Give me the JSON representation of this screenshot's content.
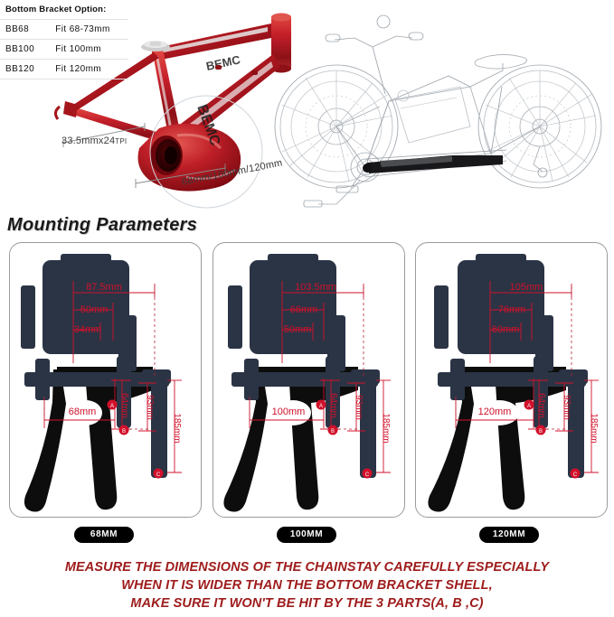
{
  "bracket_options": {
    "header": "Bottom Bracket Option:",
    "rows": [
      {
        "model": "BB68",
        "fit": "Fit 68-73mm"
      },
      {
        "model": "BB100",
        "fit": "Fit 100mm"
      },
      {
        "model": "BB120",
        "fit": "Fit 120mm"
      }
    ]
  },
  "hero": {
    "thread_spec": "33.5mmx24",
    "thread_spec_unit": "TPI",
    "shell_widths": "68mm/100mm/120mm"
  },
  "section": {
    "title": "Mounting Parameters"
  },
  "panels": [
    {
      "badge": "68MM",
      "dims": {
        "top": "87.5mm",
        "mid": "50mm",
        "low": "34mm",
        "shell": "68mm",
        "vert_a": "64mm",
        "vert_b": "93mm",
        "vert_c": "185mm"
      },
      "markers": [
        "A",
        "B",
        "C"
      ]
    },
    {
      "badge": "100MM",
      "dims": {
        "top": "103.5mm",
        "mid": "66mm",
        "low": "50mm",
        "shell": "100mm",
        "vert_a": "64mm",
        "vert_b": "93mm",
        "vert_c": "185mm"
      },
      "markers": [
        "A",
        "B",
        "C"
      ]
    },
    {
      "badge": "120MM",
      "dims": {
        "top": "105mm",
        "mid": "76mm",
        "low": "60mm",
        "shell": "120mm",
        "vert_a": "64mm",
        "vert_b": "93mm",
        "vert_c": "185mm"
      },
      "markers": [
        "A",
        "B",
        "C"
      ]
    }
  ],
  "warning": {
    "line1": "MEASURE THE DIMENSIONS OF THE CHAINSTAY CAREFULLY ESPECIALLY",
    "line2": "WHEN IT IS WIDER THAN THE BOTTOM BRACKET SHELL,",
    "line3": "MAKE SURE IT WON'T BE HIT BY THE 3 PARTS(A, B ,C)"
  },
  "colors": {
    "dimension_red": "#d1112b",
    "warning_red": "#9e1b1b",
    "part_navy": "#2b3445",
    "part_black": "#0d0d0d",
    "frame_red": "#c0222a"
  }
}
